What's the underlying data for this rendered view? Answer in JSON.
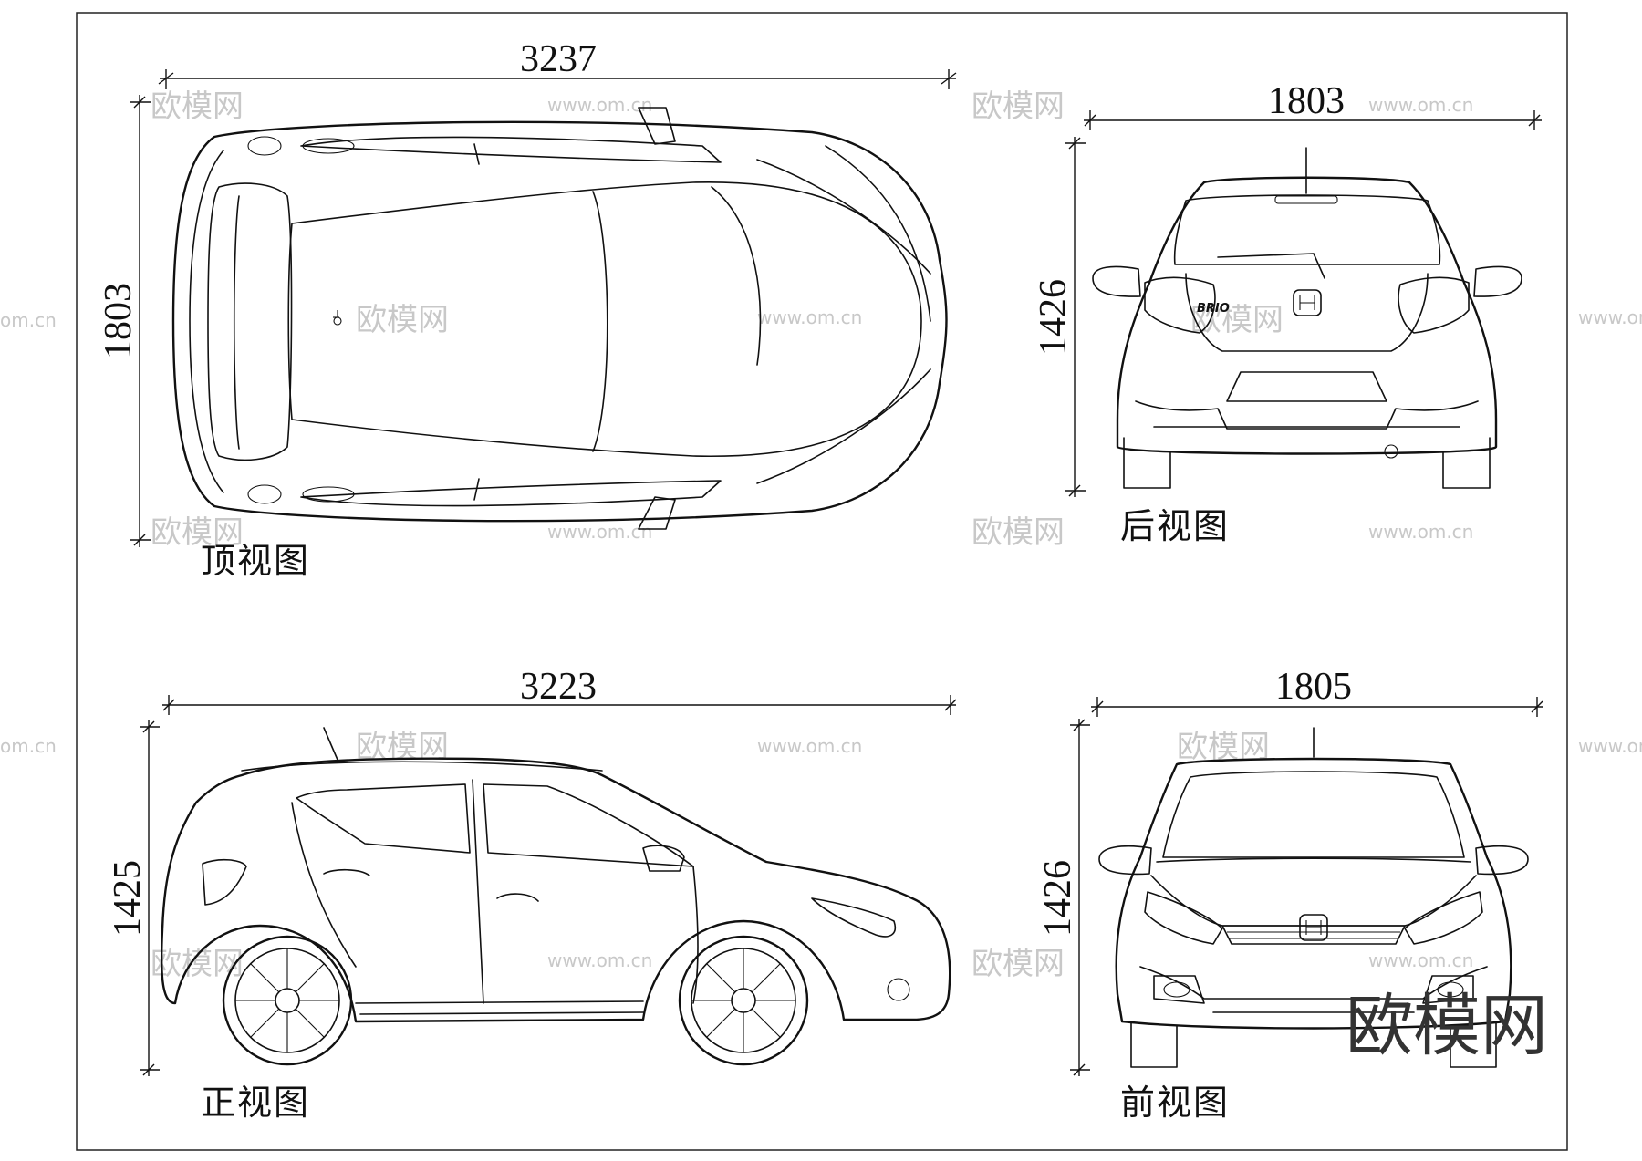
{
  "views": {
    "top": {
      "caption": "顶视图",
      "length": "3237",
      "width": "1803"
    },
    "rear": {
      "caption": "后视图",
      "width": "1803",
      "height": "1426",
      "badge": "BRIO"
    },
    "side": {
      "caption": "正视图",
      "length": "3223",
      "height": "1425"
    },
    "front": {
      "caption": "前视图",
      "width": "1805",
      "height": "1426"
    }
  },
  "watermark": {
    "brand": "欧模网",
    "url": "www.om.cn",
    "url_partial": "om.cn"
  }
}
